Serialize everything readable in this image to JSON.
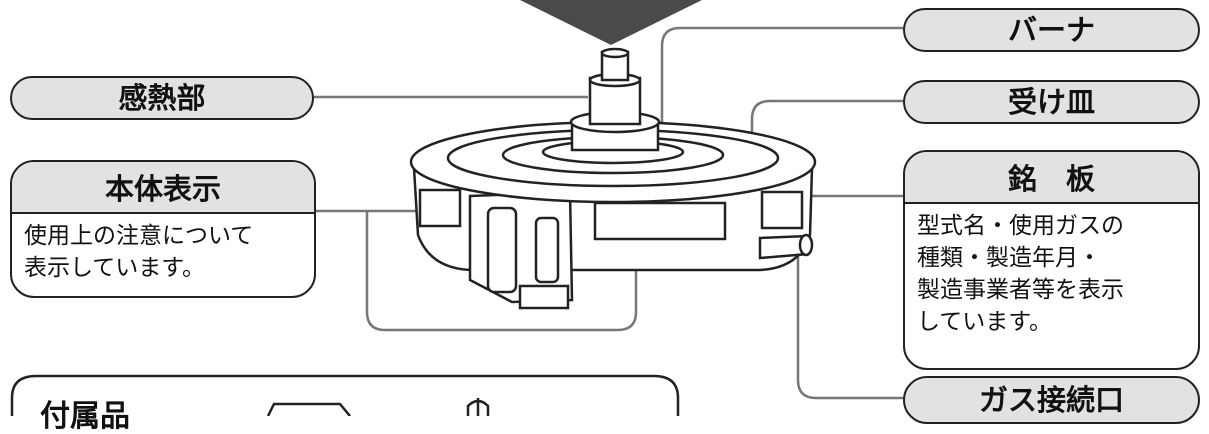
{
  "labels": {
    "burner": "バーナ",
    "heat_sensor": "感熱部",
    "tray": "受け皿",
    "body_display_title": "本体表示",
    "body_display_text": "使用上の注意について\n表示しています。",
    "nameplate_title": "銘　板",
    "nameplate_text": "型式名・使用ガスの\n種類・製造年月・\n製造事業者等を表示\nしています。",
    "gas_inlet": "ガス接続口",
    "accessories_title": "付属品"
  },
  "colors": {
    "label_fill": "#e2e2e2",
    "stroke": "#222222",
    "arrow": "#4a4a4a"
  }
}
